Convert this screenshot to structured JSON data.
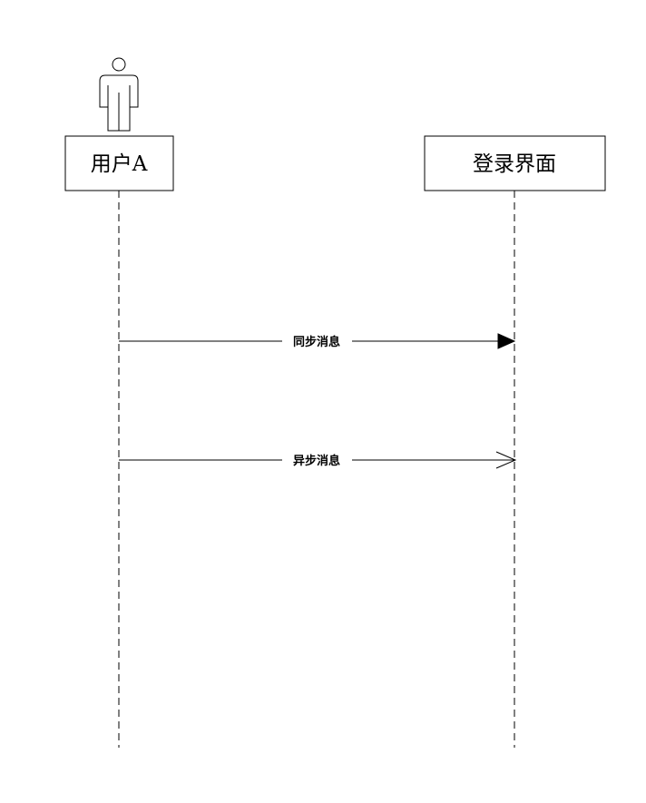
{
  "participants": {
    "user": {
      "label": "用户A"
    },
    "login": {
      "label": "登录界面"
    }
  },
  "messages": {
    "sync": {
      "label": "同步消息",
      "type": "synchronous"
    },
    "async": {
      "label": "异步消息",
      "type": "asynchronous"
    }
  }
}
